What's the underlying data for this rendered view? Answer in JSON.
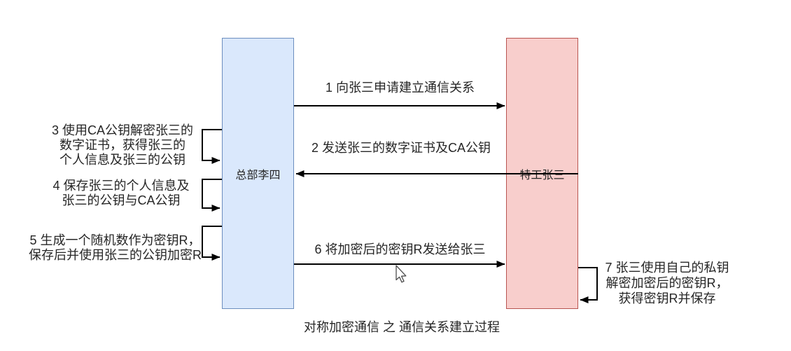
{
  "diagram": {
    "title": "对称加密通信 之 通信关系建立过程",
    "actors": {
      "left": {
        "label": "总部李四",
        "fill": "#dae8fc",
        "border": "#6c8ebf"
      },
      "right": {
        "label": "特工张三",
        "fill": "#f8cecc",
        "border": "#b85450"
      }
    },
    "messages": [
      {
        "id": "1",
        "label": "1 向张三申请建立通信关系",
        "from": "left",
        "to": "right"
      },
      {
        "id": "2",
        "label": "2 发送张三的数字证书及CA公钥",
        "from": "right",
        "to": "left"
      },
      {
        "id": "6",
        "label": "6 将加密后的密钥R发送给张三",
        "from": "left",
        "to": "right"
      }
    ],
    "self_steps": [
      {
        "id": "3",
        "side": "left",
        "label": "3 使用CA公钥解密张三的\n数字证书，获得张三的\n个人信息及张三的公钥"
      },
      {
        "id": "4",
        "side": "left",
        "label": "4 保存张三的个人信息及\n张三的公钥与CA公钥"
      },
      {
        "id": "5",
        "side": "left",
        "label": "5 生成一个随机数作为密钥R，\n保存后并使用张三的公钥加密R"
      },
      {
        "id": "7",
        "side": "right",
        "label": "7 张三使用自己的私钥\n解密加密后的密钥R，\n获得密钥R并保存"
      }
    ],
    "colors": {
      "connector": "#000000",
      "text": "#262626"
    },
    "icons": {
      "mouse_cursor": "arrow-pointer"
    }
  }
}
